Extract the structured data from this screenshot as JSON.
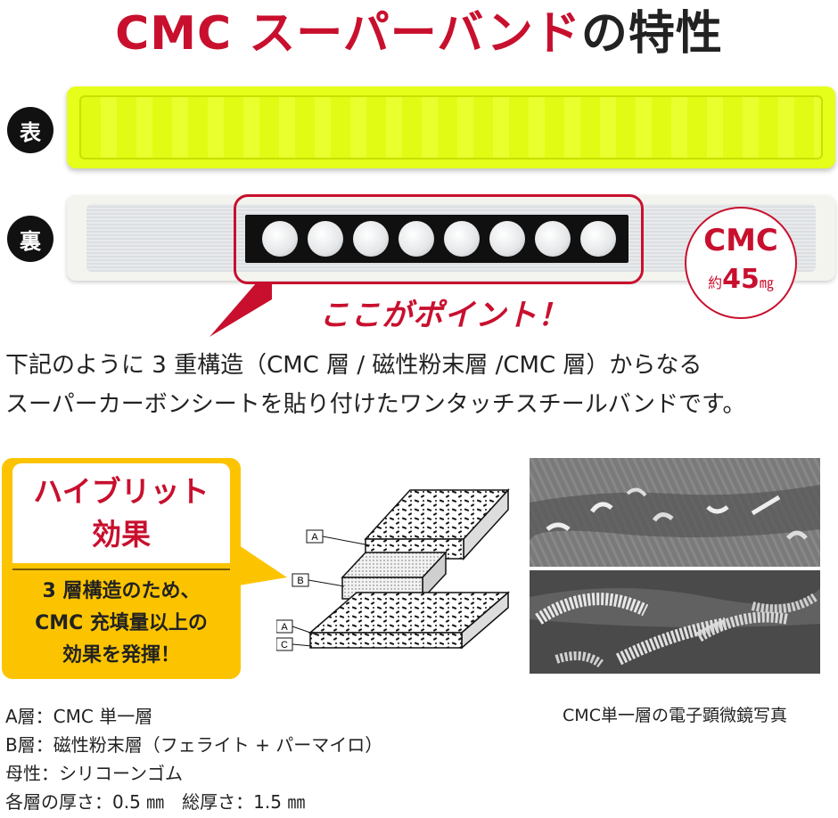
{
  "title": {
    "part1": "CMC スーパーバンド",
    "part2": "の特性"
  },
  "labels": {
    "front": "表",
    "back": "裏"
  },
  "cmc_badge": {
    "name": "CMC",
    "prefix": "約",
    "amount": "45",
    "unit": "㎎"
  },
  "callout": "ここがポイント！",
  "description": {
    "line1": "下記のように 3 重構造（CMC 層 / 磁性粉末層 /CMC 層）からなる",
    "line2": "スーパーカーボンシートを貼り付けたワンタッチスチールバンドです。"
  },
  "hybrid": {
    "title_line1": "ハイブリット",
    "title_line2": "効果",
    "body_line1": "3 層構造のため、",
    "body_line2": "CMC 充填量以上の",
    "body_line3": "効果を発揮！"
  },
  "diagram_labels": {
    "a_top": "A",
    "b": "B",
    "a_bottom": "A",
    "c": "C"
  },
  "sem_caption": "CMC単一層の電子顕微鏡写真",
  "legend": {
    "a": "A層：CMC 単一層",
    "b": "B層：磁性粉末層（フェライト + パーマイロ）",
    "base": "母性：シリコーンゴム",
    "thickness": "各層の厚さ：0.5 ㎜　総厚さ：1.5 ㎜"
  },
  "colors": {
    "accent_red": "#c8102e",
    "band_yellow": "#e6ff1a",
    "bubble_yellow": "#fcc400"
  }
}
